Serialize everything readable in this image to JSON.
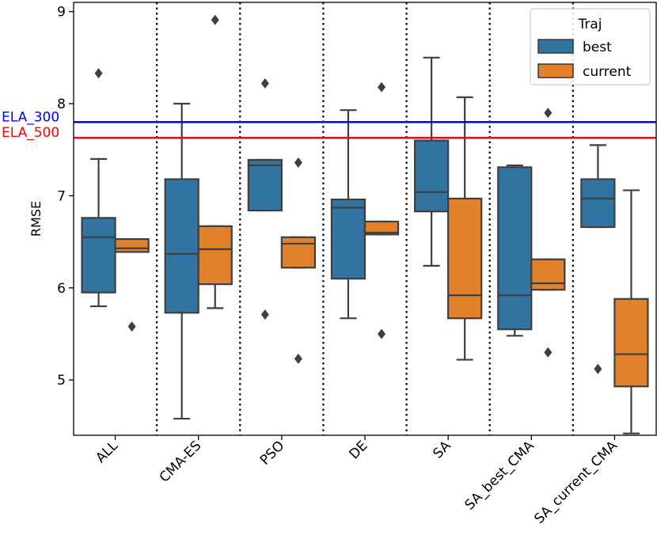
{
  "chart_data": {
    "type": "box",
    "ylabel": "RMSE",
    "ylim": [
      4.4,
      9.1
    ],
    "yticks": [
      5,
      6,
      7,
      8,
      9
    ],
    "categories": [
      "ALL",
      "CMA-ES",
      "PSO",
      "DE",
      "SA",
      "SA_best_CMA",
      "SA_current_CMA"
    ],
    "legend": {
      "title": "Traj",
      "placement": "top-right"
    },
    "series": [
      {
        "name": "best",
        "color": "#3274a1",
        "boxes": [
          {
            "whislo": 5.8,
            "q1": 5.95,
            "med": 6.55,
            "q3": 6.76,
            "whishi": 7.4,
            "fliers": [
              8.33
            ]
          },
          {
            "whislo": 4.58,
            "q1": 5.73,
            "med": 6.37,
            "q3": 7.18,
            "whishi": 8.0,
            "fliers": []
          },
          {
            "whislo": 6.84,
            "q1": 6.84,
            "med": 7.33,
            "q3": 7.39,
            "whishi": 7.39,
            "fliers": [
              8.22,
              5.71
            ]
          },
          {
            "whislo": 5.67,
            "q1": 6.1,
            "med": 6.87,
            "q3": 6.96,
            "whishi": 7.93,
            "fliers": []
          },
          {
            "whislo": 6.24,
            "q1": 6.83,
            "med": 7.04,
            "q3": 7.6,
            "whishi": 8.5,
            "fliers": []
          },
          {
            "whislo": 5.48,
            "q1": 5.55,
            "med": 5.92,
            "q3": 7.31,
            "whishi": 7.33,
            "fliers": []
          },
          {
            "whislo": 6.66,
            "q1": 6.66,
            "med": 6.97,
            "q3": 7.18,
            "whishi": 7.55,
            "fliers": [
              5.12
            ]
          }
        ]
      },
      {
        "name": "current",
        "color": "#e1812c",
        "boxes": [
          {
            "whislo": 6.39,
            "q1": 6.39,
            "med": 6.43,
            "q3": 6.53,
            "whishi": 6.53,
            "fliers": [
              5.58
            ]
          },
          {
            "whislo": 5.78,
            "q1": 6.04,
            "med": 6.42,
            "q3": 6.67,
            "whishi": 6.67,
            "fliers": [
              8.91
            ]
          },
          {
            "whislo": 6.22,
            "q1": 6.22,
            "med": 6.48,
            "q3": 6.55,
            "whishi": 6.55,
            "fliers": [
              7.36,
              5.23
            ]
          },
          {
            "whislo": 6.58,
            "q1": 6.58,
            "med": 6.6,
            "q3": 6.72,
            "whishi": 6.72,
            "fliers": [
              8.18,
              5.5
            ]
          },
          {
            "whislo": 5.22,
            "q1": 5.67,
            "med": 5.92,
            "q3": 6.97,
            "whishi": 8.07,
            "fliers": []
          },
          {
            "whislo": 5.98,
            "q1": 5.98,
            "med": 6.05,
            "q3": 6.31,
            "whishi": 6.31,
            "fliers": [
              7.9,
              5.3
            ]
          },
          {
            "whislo": 4.42,
            "q1": 4.93,
            "med": 5.28,
            "q3": 5.88,
            "whishi": 7.06,
            "fliers": []
          }
        ]
      }
    ],
    "reference_lines": [
      {
        "label": "ELA_300",
        "value": 7.8,
        "color": "#0000ff"
      },
      {
        "label": "ELA_500",
        "value": 7.63,
        "color": "#ff0000"
      }
    ],
    "separators": "dotted vertical lines between categories",
    "grid": false
  }
}
